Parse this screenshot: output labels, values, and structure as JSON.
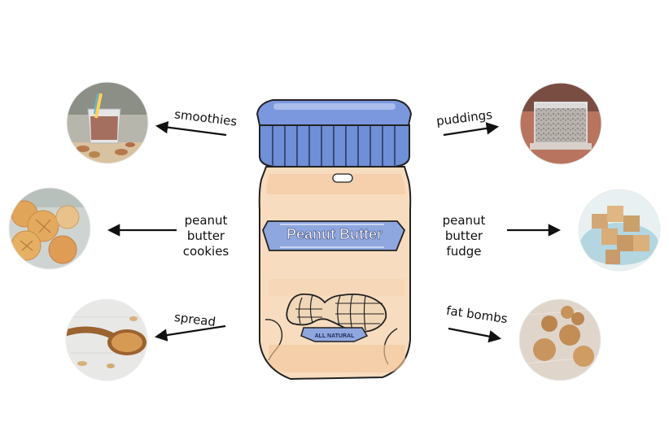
{
  "jar": {
    "label_text": "Peanut Butter",
    "badge_text": "ALL NATURAL"
  },
  "uses": {
    "smoothies": "smoothies",
    "puddings": "puddings",
    "cookies_lines": [
      "peanut",
      "butter",
      "cookies"
    ],
    "fudge_lines": [
      "peanut",
      "butter",
      "fudge"
    ],
    "spread": "spread",
    "fat_bombs": "fat bombs"
  },
  "colors": {
    "jar_body": "#f8dcbf",
    "lid": "#6f8fd6",
    "label": "#8fa7df",
    "peanut": "#f0d7b8",
    "arrow": "#111111"
  }
}
